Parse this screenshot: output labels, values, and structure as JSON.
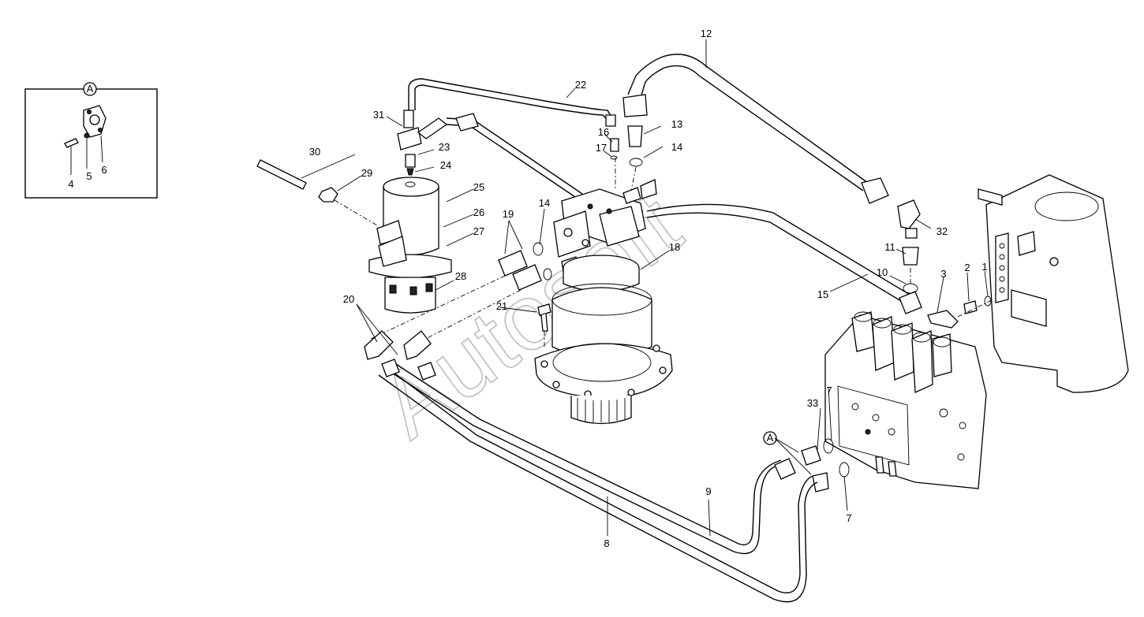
{
  "inset": {
    "marker": "A",
    "labels": [
      "4",
      "5",
      "6"
    ]
  },
  "callout_marker": "A",
  "watermark": "Autosoft",
  "labels": [
    "1",
    "2",
    "3",
    "7",
    "7",
    "8",
    "9",
    "10",
    "11",
    "12",
    "13",
    "14",
    "14",
    "15",
    "16",
    "17",
    "18",
    "19",
    "20",
    "21",
    "22",
    "23",
    "24",
    "25",
    "26",
    "27",
    "28",
    "29",
    "30",
    "31",
    "32",
    "33"
  ]
}
